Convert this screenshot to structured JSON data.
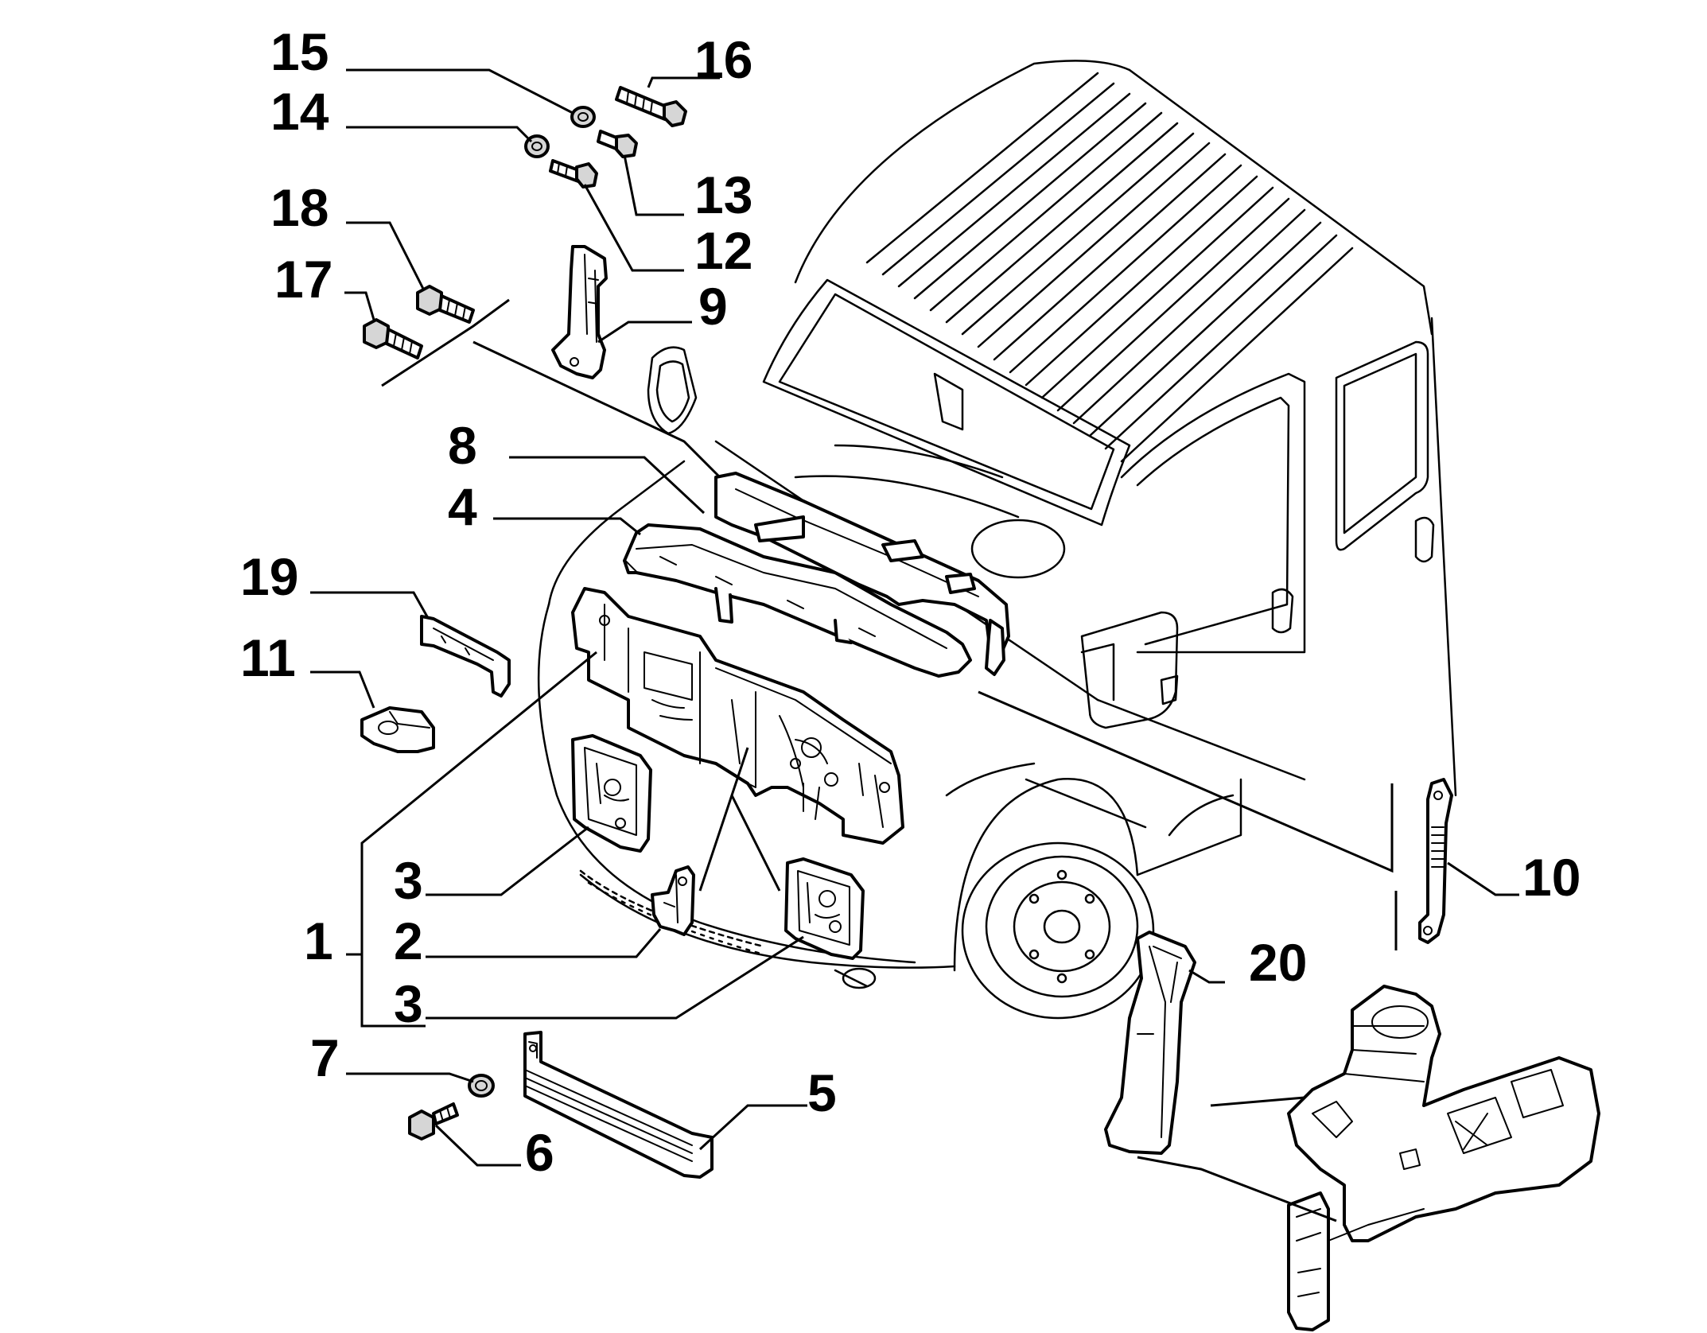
{
  "callouts": [
    {
      "id": "15",
      "label": "15"
    },
    {
      "id": "16",
      "label": "16"
    },
    {
      "id": "14",
      "label": "14"
    },
    {
      "id": "13",
      "label": "13"
    },
    {
      "id": "12",
      "label": "12"
    },
    {
      "id": "18",
      "label": "18"
    },
    {
      "id": "17",
      "label": "17"
    },
    {
      "id": "9",
      "label": "9"
    },
    {
      "id": "8",
      "label": "8"
    },
    {
      "id": "4",
      "label": "4"
    },
    {
      "id": "19",
      "label": "19"
    },
    {
      "id": "11",
      "label": "11"
    },
    {
      "id": "3a",
      "label": "3"
    },
    {
      "id": "2",
      "label": "2"
    },
    {
      "id": "1",
      "label": "1"
    },
    {
      "id": "3b",
      "label": "3"
    },
    {
      "id": "10",
      "label": "10"
    },
    {
      "id": "20",
      "label": "20"
    },
    {
      "id": "7",
      "label": "7"
    },
    {
      "id": "5",
      "label": "5"
    },
    {
      "id": "6",
      "label": "6"
    }
  ]
}
